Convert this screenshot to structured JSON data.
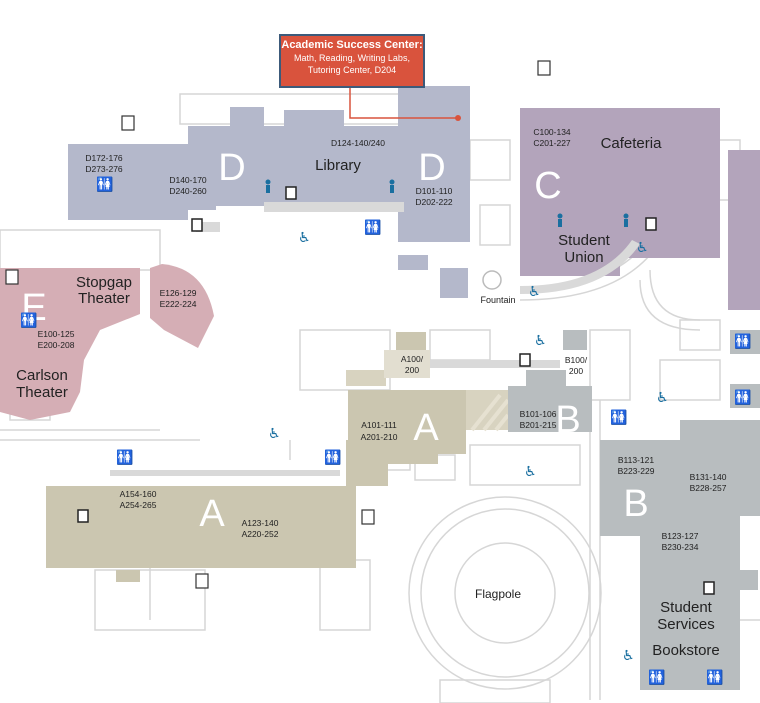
{
  "callout": {
    "title": "Academic Success Center:",
    "line1": "Math, Reading, Writing Labs,",
    "line2": "Tutoring Center, D204"
  },
  "buildings": {
    "D": {
      "letter": "D",
      "name": "Library",
      "rooms_top": "D124-140/240",
      "rooms_left1": "D172-176",
      "rooms_left2": "D273-276",
      "rooms_mid1": "D140-170",
      "rooms_mid2": "D240-260",
      "rooms_right1": "D101-110",
      "rooms_right2": "D202-222",
      "color": "#b4b8cb"
    },
    "C": {
      "letter": "C",
      "name_cafeteria": "Cafeteria",
      "name_union1": "Student",
      "name_union2": "Union",
      "rooms1": "C100-134",
      "rooms2": "C201-227",
      "color": "#b3a4bb"
    },
    "E": {
      "letter": "E",
      "stopgap1": "Stopgap",
      "stopgap2": "Theater",
      "carlson1": "Carlson",
      "carlson2": "Theater",
      "rooms1": "E100-125",
      "rooms2": "E200-208",
      "rooms3": "E126-129",
      "rooms4": "E222-224",
      "color": "#d5aeb5"
    },
    "A": {
      "letter": "A",
      "rooms_a100_1": "A100/",
      "rooms_a100_2": "200",
      "rooms_a101_1": "A101-111",
      "rooms_a101_2": "A201-210",
      "rooms_a154_1": "A154-160",
      "rooms_a154_2": "A254-265",
      "rooms_a123_1": "A123-140",
      "rooms_a123_2": "A220-252",
      "color": "#cbc6b0"
    },
    "B": {
      "letter": "B",
      "rooms_b100_1": "B100/",
      "rooms_b100_2": "200",
      "rooms_b101_1": "B101-106",
      "rooms_b101_2": "B201-215",
      "rooms_b113_1": "B113-121",
      "rooms_b113_2": "B223-229",
      "rooms_b131_1": "B131-140",
      "rooms_b131_2": "B228-257",
      "rooms_b123_1": "B123-127",
      "rooms_b123_2": "B230-234",
      "services1": "Student",
      "services2": "Services",
      "bookstore": "Bookstore",
      "color": "#b8bdbf"
    }
  },
  "features": {
    "fountain": "Fountain",
    "flagpole": "Flagpole"
  },
  "colors": {
    "callout": "#d9533d",
    "callout_border": "#3c5a7a",
    "icon_blue": "#1a6fa0",
    "outline": "#d8d8d8"
  }
}
